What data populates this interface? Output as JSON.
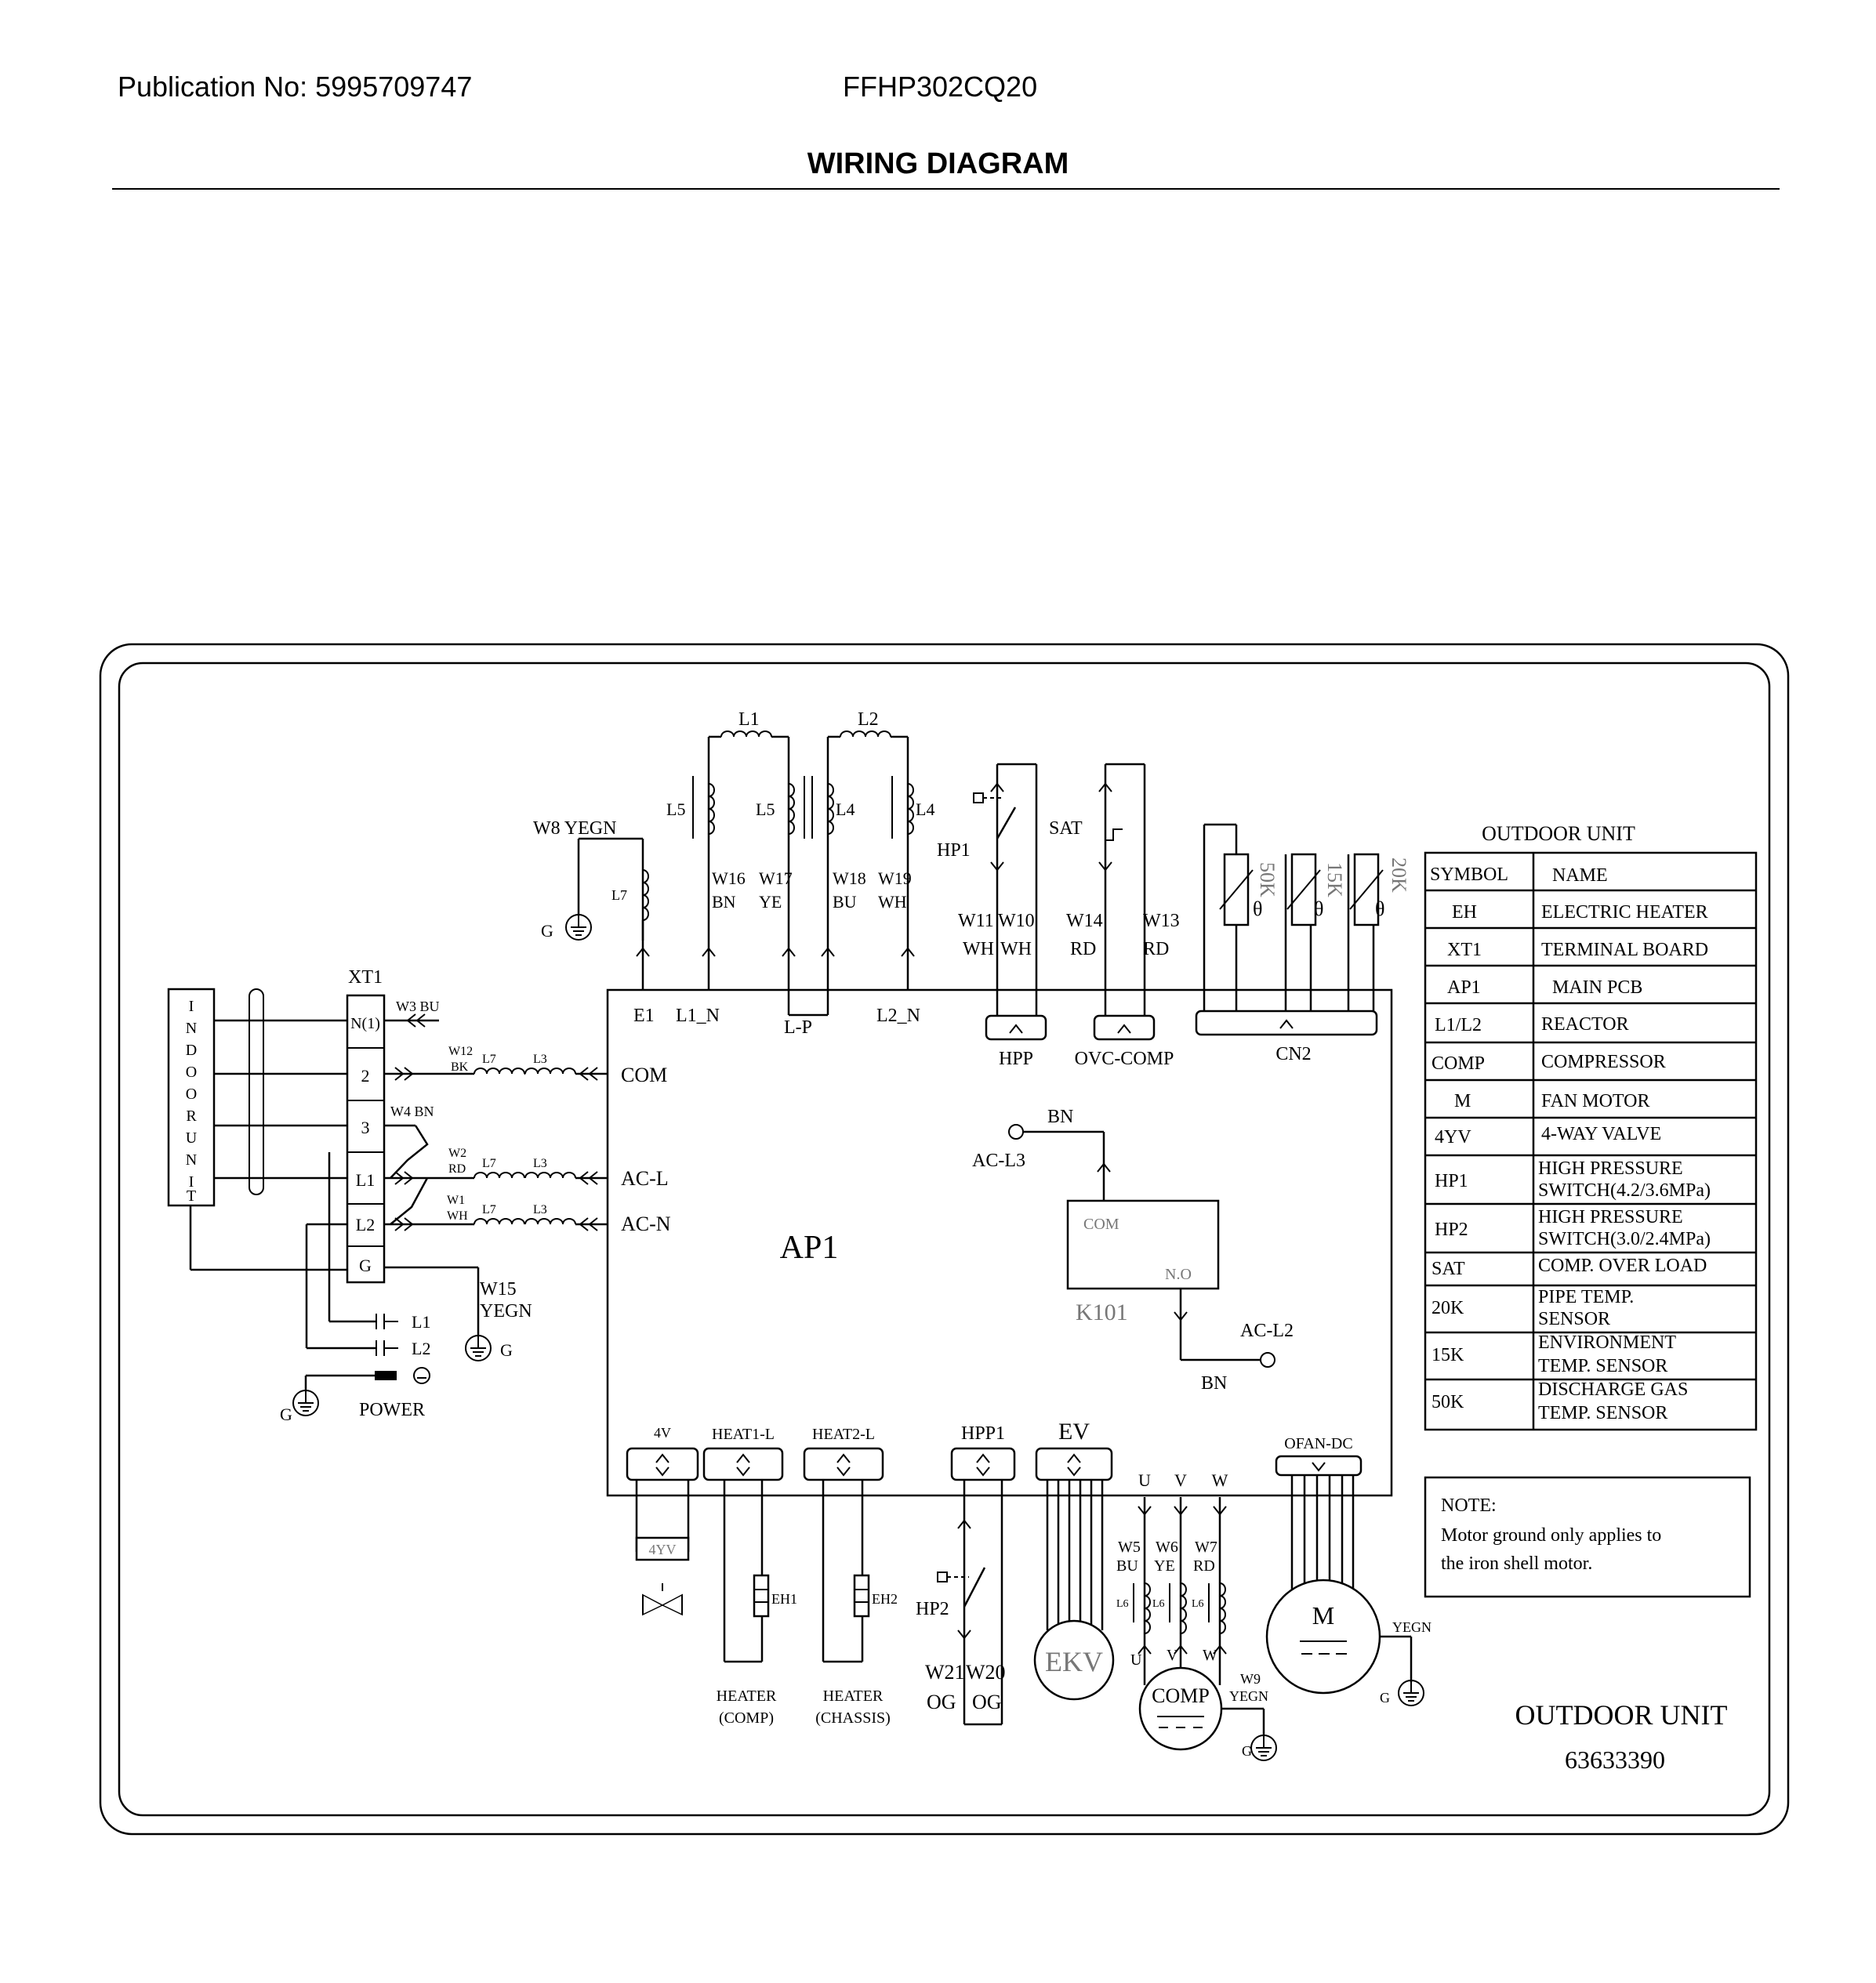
{
  "header": {
    "publication": "Publication No: 5995709747",
    "model": "FFHP302CQ20",
    "title": "WIRING DIAGRAM"
  },
  "diagram": {
    "indoor_unit": "INDOOR UNIT",
    "terminal_board": {
      "name": "XT1",
      "terminals": [
        "N(1)",
        "2",
        "3",
        "L1",
        "L2",
        "G"
      ]
    },
    "power": {
      "label": "POWER",
      "lines": [
        "L1",
        "L2"
      ],
      "ground": "G"
    },
    "wires": {
      "w3": "W3 BU",
      "w12": "W12",
      "w12c": "BK",
      "w4": "W4 BN",
      "w2": "W2",
      "w2c": "RD",
      "w1": "W1",
      "w1c": "WH",
      "w15": "W15",
      "w15c": "YEGN",
      "w8": "W8 YEGN",
      "w16": "W16",
      "w16c": "BN",
      "w17": "W17",
      "w17c": "YE",
      "w18": "W18",
      "w18c": "BU",
      "w19": "W19",
      "w19c": "WH",
      "w11": "W11",
      "w11c": "WH",
      "w10": "W10",
      "w10c": "WH",
      "w14": "W14",
      "w14c": "RD",
      "w13": "W13",
      "w13c": "RD",
      "w21": "W21",
      "w21c": "OG",
      "w20": "W20",
      "w20c": "OG",
      "w5": "W5",
      "w5c": "BU",
      "w6": "W6",
      "w6c": "YE",
      "w7": "W7",
      "w7c": "RD",
      "w9": "W9",
      "w9c": "YEGN",
      "yegn_fan": "YEGN"
    },
    "reactors": {
      "l1": "L1",
      "l2": "L2",
      "l3": "L3",
      "l4": "L4",
      "l5": "L5",
      "l6": "L6",
      "l7": "L7"
    },
    "pcb": {
      "name": "AP1",
      "ports": {
        "e1": "E1",
        "l1n": "L1_N",
        "lp": "L-P",
        "l2n": "L2_N",
        "com": "COM",
        "acl": "AC-L",
        "acn": "AC-N",
        "acl3": "AC-L3",
        "acl2": "AC-L2",
        "bn_top": "BN",
        "bn_bot": "BN"
      },
      "connectors": {
        "hpp": "HPP",
        "ovc": "OVC-COMP",
        "cn2": "CN2",
        "v4": "4V",
        "heat1": "HEAT1-L",
        "heat2": "HEAT2-L",
        "hpp1": "HPP1",
        "ev": "EV",
        "ofan": "OFAN-DC"
      },
      "relay": {
        "name": "K101",
        "com": "COM",
        "no": "N.O"
      }
    },
    "components": {
      "hp1": "HP1",
      "sat": "SAT",
      "hp2": "HP2",
      "sensors": [
        "50K",
        "15K",
        "20K"
      ],
      "valve_4yv": "4YV",
      "eh1": "EH1",
      "eh2": "EH2",
      "heater_comp": [
        "HEATER",
        "(COMP)"
      ],
      "heater_chassis": [
        "HEATER",
        "(CHASSIS)"
      ],
      "ekv": "EKV",
      "comp": "COMP",
      "motor": "M",
      "phases": [
        "U",
        "V",
        "W"
      ],
      "ground": "G"
    },
    "legend": {
      "title": "OUTDOOR UNIT",
      "headers": [
        "SYMBOL",
        "NAME"
      ],
      "rows": [
        {
          "symbol": "EH",
          "name": "ELECTRIC HEATER"
        },
        {
          "symbol": "XT1",
          "name": "TERMINAL BOARD"
        },
        {
          "symbol": "AP1",
          "name": "MAIN PCB"
        },
        {
          "symbol": "L1/L2",
          "name": "REACTOR"
        },
        {
          "symbol": "COMP",
          "name": "COMPRESSOR"
        },
        {
          "symbol": "M",
          "name": "FAN MOTOR"
        },
        {
          "symbol": "4YV",
          "name": "4-WAY VALVE"
        },
        {
          "symbol": "HP1",
          "name": "HIGH PRESSURE",
          "name2": "SWITCH(4.2/3.6MPa)"
        },
        {
          "symbol": "HP2",
          "name": "HIGH PRESSURE",
          "name2": "SWITCH(3.0/2.4MPa)"
        },
        {
          "symbol": "SAT",
          "name": "COMP. OVER LOAD"
        },
        {
          "symbol": "20K",
          "name": "PIPE TEMP.",
          "name2": "SENSOR"
        },
        {
          "symbol": "15K",
          "name": "ENVIRONMENT",
          "name2": "TEMP. SENSOR"
        },
        {
          "symbol": "50K",
          "name": "DISCHARGE GAS",
          "name2": "TEMP. SENSOR"
        }
      ]
    },
    "note": {
      "title": "NOTE:",
      "line1": "Motor ground only applies to",
      "line2": "the iron shell motor."
    },
    "footer": {
      "unit": "OUTDOOR UNIT",
      "code": "63633390"
    }
  }
}
